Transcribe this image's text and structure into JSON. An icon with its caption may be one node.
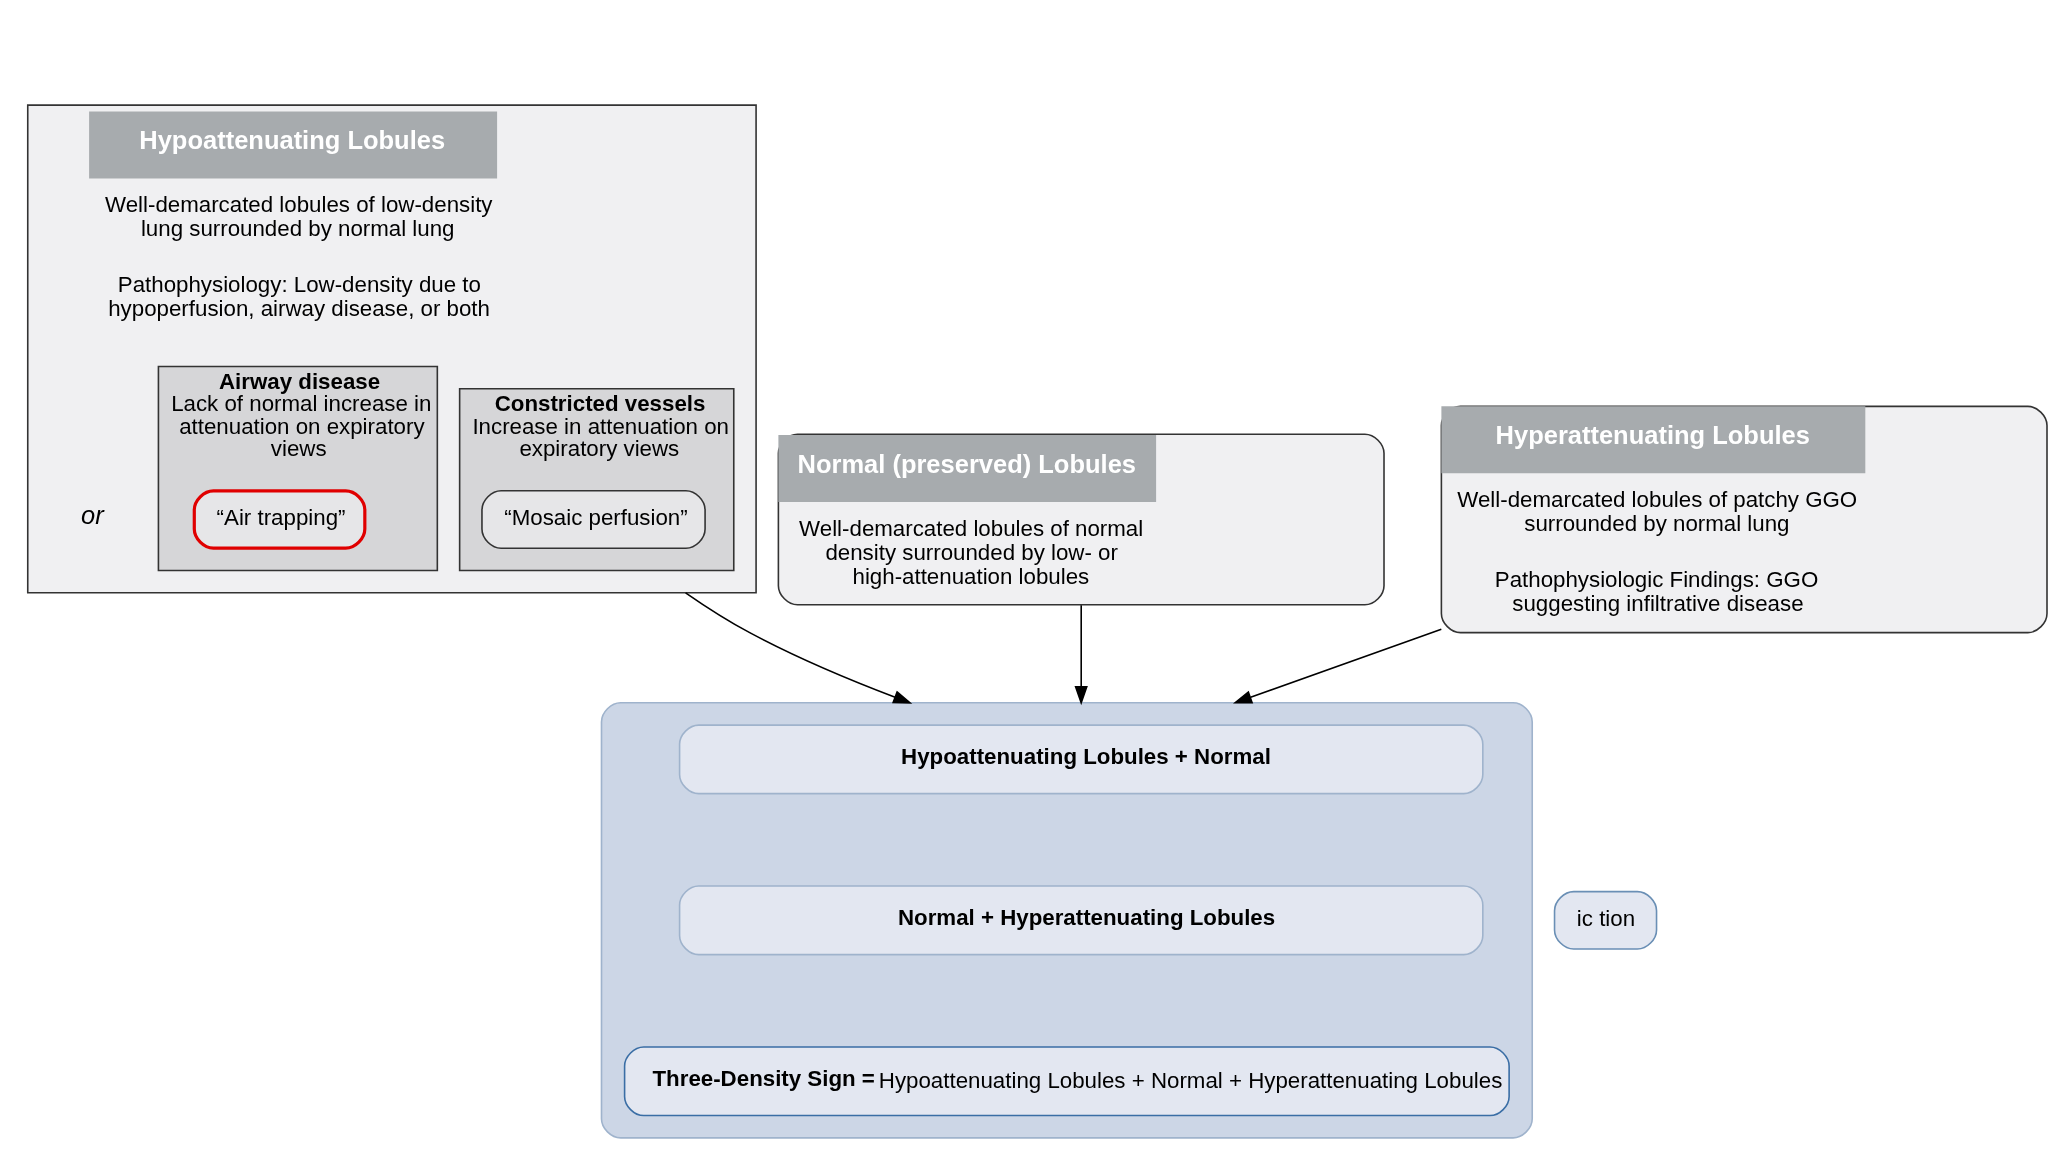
{
  "diagram": {
    "nodes": [
      {
        "text": [
          "Hypoattenuating Lobules",
          "Well-demarcated lobules of low-density lung surrounded by normal lung",
          "Pathophysiology: Low-density due to hypoperfusion, airway disease, or both"
        ]
      },
      {
        "text": [
          "Constricted vessels",
          "Increase in attenuation on expiratory views"
        ],
        "in": 0
      },
      {
        "text": [
          "“Mosaic perfusion”"
        ],
        "in": 1
      },
      {
        "text": [
          "Airway disease",
          "Lack of normal increase in attenuation on expiratory views"
        ],
        "in": 0
      },
      {
        "text": [
          "“Air trapping”"
        ],
        "in": 3
      },
      {
        "text": [
          "Normal (preserved) Lobules",
          "Well-demarcated lobules of normal density surrounded by low- or high-attenuation lobules"
        ]
      },
      {
        "text": [
          "Hyperattenuating Lobules",
          "Well-demarcated lobules of patchy GGO surrounded by normal lung",
          "Pathophysiologic Findings: GGO suggesting infiltrative disease"
        ]
      },
      {
        "text": [],
        "shape": "box"
      },
      {
        "text": [
          "Hypoattenuating Lobules + Normal"
        ],
        "in": 7
      },
      {
        "text": [
          "Normal + Hyperattenuating Lobules"
        ],
        "in": 7
      },
      {
        "text": [
          "**Three-Density Sign =** Hypoattenuating Lobules + Normal + Hyperattenuating Lobules"
        ],
        "in": 7
      },
      {
        "text": [
          "ic tion"
        ]
      }
    ],
    "edges": [
      {
        "from": 0,
        "to": 7,
        "arrow": "to"
      },
      {
        "from": 5,
        "to": 7,
        "arrow": "to"
      },
      {
        "from": 6,
        "to": 7,
        "arrow": "to"
      }
    ],
    "labels": [
      "or"
    ]
  }
}
